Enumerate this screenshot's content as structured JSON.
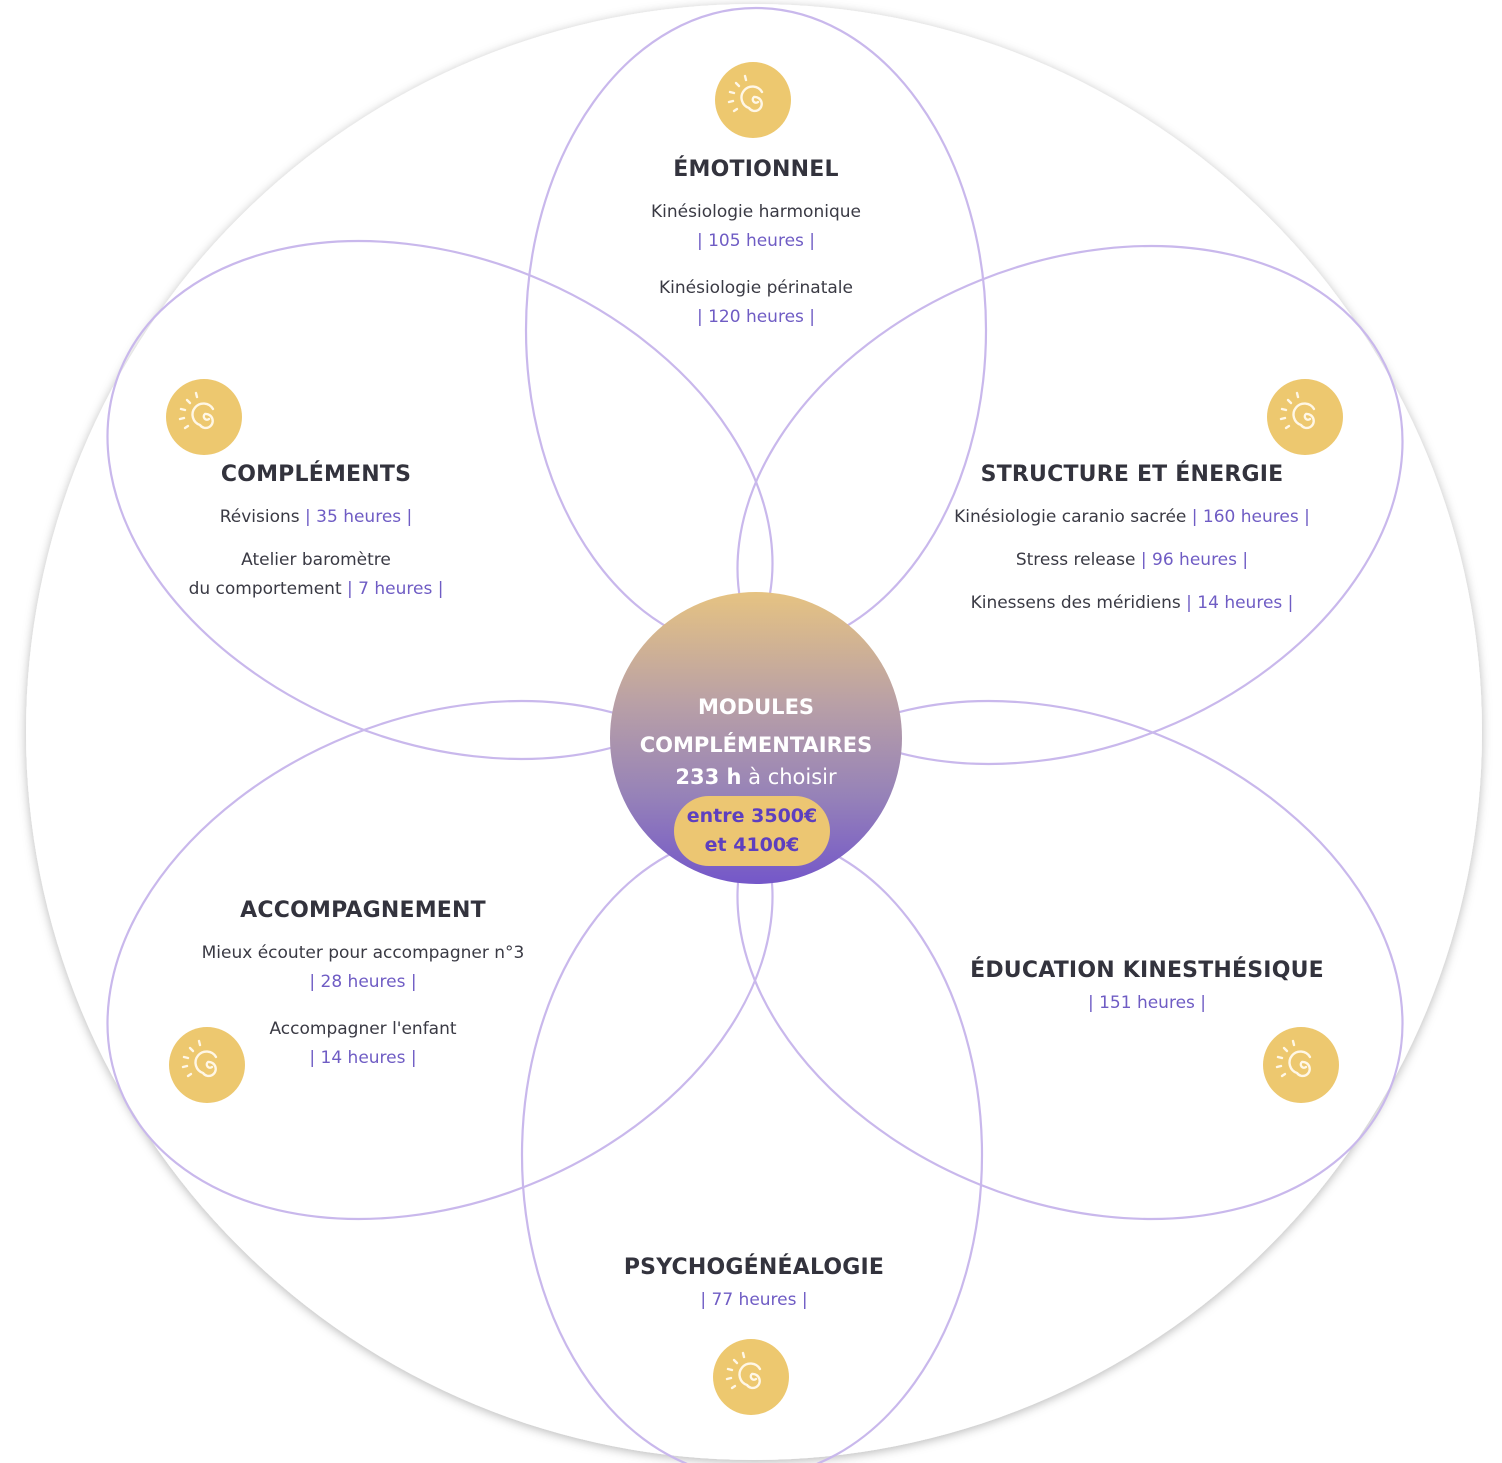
{
  "center": {
    "title_line1": "MODULES",
    "title_line2": "COMPLÉMENTAIRES",
    "hours_strong": "233 h",
    "hours_text": " à choisir",
    "price_line1": "entre 3500€",
    "price_line2": "et 4100€"
  },
  "petals": {
    "emotionnel": {
      "title": "ÉMOTIONNEL",
      "items": [
        {
          "label": "Kinésiologie harmonique",
          "hours": "| 105 heures |"
        },
        {
          "label": "Kinésiologie périnatale",
          "hours": "| 120 heures |"
        }
      ]
    },
    "complements": {
      "title": "COMPLÉMENTS",
      "items": [
        {
          "label": "Révisions ",
          "hours": "| 35 heures |"
        },
        {
          "label_line1": "Atelier baromètre",
          "label_line2": "du comportement ",
          "hours": "| 7 heures |"
        }
      ]
    },
    "structure": {
      "title": "STRUCTURE ET ÉNERGIE",
      "items": [
        {
          "label": "Kinésiologie caranio sacrée ",
          "hours": "| 160 heures |"
        },
        {
          "label": "Stress release ",
          "hours": "| 96 heures |"
        },
        {
          "label": "Kinessens des méridiens ",
          "hours": "| 14 heures |"
        }
      ]
    },
    "accompagnement": {
      "title": "ACCOMPAGNEMENT",
      "items": [
        {
          "label": "Mieux écouter pour accompagner n°3",
          "hours": "| 28 heures |"
        },
        {
          "label": "Accompagner l'enfant",
          "hours": "| 14 heures |"
        }
      ]
    },
    "education": {
      "title": "ÉDUCATION KINESTHÉSIQUE",
      "hours": "| 151 heures |"
    },
    "psycho": {
      "title": "PSYCHOGÉNÉALOGIE",
      "hours": "| 77 heures |"
    }
  },
  "icons": [
    "sun-spiral-icon"
  ],
  "colors": {
    "petal_stroke": "#c9b8ec",
    "hours_text": "#6f5cc4",
    "sun_fill": "#edc86f",
    "pill_fill": "#ecc672",
    "pill_text": "#5d3fbf"
  }
}
